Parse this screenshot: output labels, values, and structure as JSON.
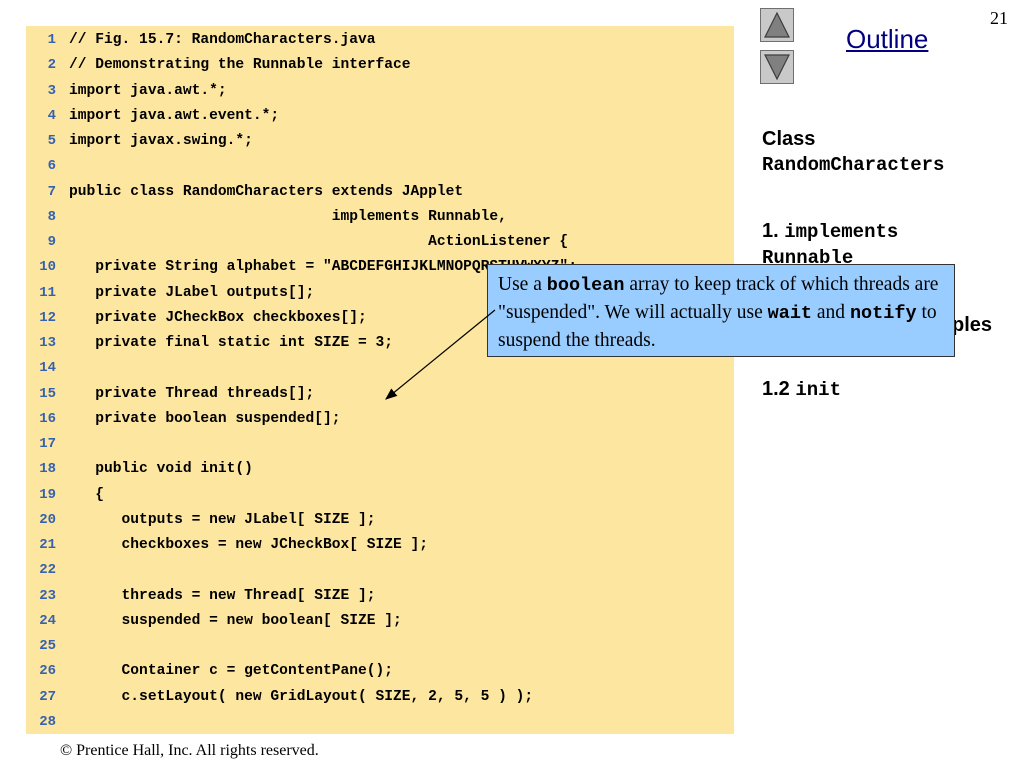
{
  "slide": {
    "page_number": "21",
    "outline_title": "Outline",
    "footer": "© Prentice Hall, Inc.  All rights reserved."
  },
  "navigation": {
    "up_icon": "triangle-up-icon",
    "down_icon": "triangle-down-icon"
  },
  "code": {
    "lines": [
      {
        "num": "1",
        "text": "// Fig. 15.7: RandomCharacters.java"
      },
      {
        "num": "2",
        "text": "// Demonstrating the Runnable interface"
      },
      {
        "num": "3",
        "text": "import java.awt.*;"
      },
      {
        "num": "4",
        "text": "import java.awt.event.*;"
      },
      {
        "num": "5",
        "text": "import javax.swing.*;"
      },
      {
        "num": "6",
        "text": ""
      },
      {
        "num": "7",
        "text": "public class RandomCharacters extends JApplet"
      },
      {
        "num": "8",
        "text": "                              implements Runnable,"
      },
      {
        "num": "9",
        "text": "                                         ActionListener {"
      },
      {
        "num": "10",
        "text": "   private String alphabet = \"ABCDEFGHIJKLMNOPQRSTUVWXYZ\";"
      },
      {
        "num": "11",
        "text": "   private JLabel outputs[];"
      },
      {
        "num": "12",
        "text": "   private JCheckBox checkboxes[];"
      },
      {
        "num": "13",
        "text": "   private final static int SIZE = 3;"
      },
      {
        "num": "14",
        "text": ""
      },
      {
        "num": "15",
        "text": "   private Thread threads[];"
      },
      {
        "num": "16",
        "text": "   private boolean suspended[];"
      },
      {
        "num": "17",
        "text": ""
      },
      {
        "num": "18",
        "text": "   public void init()"
      },
      {
        "num": "19",
        "text": "   {"
      },
      {
        "num": "20",
        "text": "      outputs = new JLabel[ SIZE ];"
      },
      {
        "num": "21",
        "text": "      checkboxes = new JCheckBox[ SIZE ];"
      },
      {
        "num": "22",
        "text": ""
      },
      {
        "num": "23",
        "text": "      threads = new Thread[ SIZE ];"
      },
      {
        "num": "24",
        "text": "      suspended = new boolean[ SIZE ];"
      },
      {
        "num": "25",
        "text": ""
      },
      {
        "num": "26",
        "text": "      Container c = getContentPane();"
      },
      {
        "num": "27",
        "text": "      c.setLayout( new GridLayout( SIZE, 2, 5, 5 ) );"
      },
      {
        "num": "28",
        "text": ""
      }
    ]
  },
  "outline": {
    "class_label": "Class",
    "class_name": "RandomCharacters",
    "item1_num": "1.",
    "item1_code1": "implements",
    "item1_code2": "Runnable",
    "item11_text": "ples",
    "item12_num": "1.2",
    "item12_code": "init"
  },
  "callout": {
    "t1": "Use a ",
    "c1": "boolean",
    "t2": " array to keep track of which threads are \"suspended\".  We will actually use ",
    "c2": "wait",
    "t3": " and ",
    "c3": "notify",
    "t4": " to suspend the threads."
  }
}
